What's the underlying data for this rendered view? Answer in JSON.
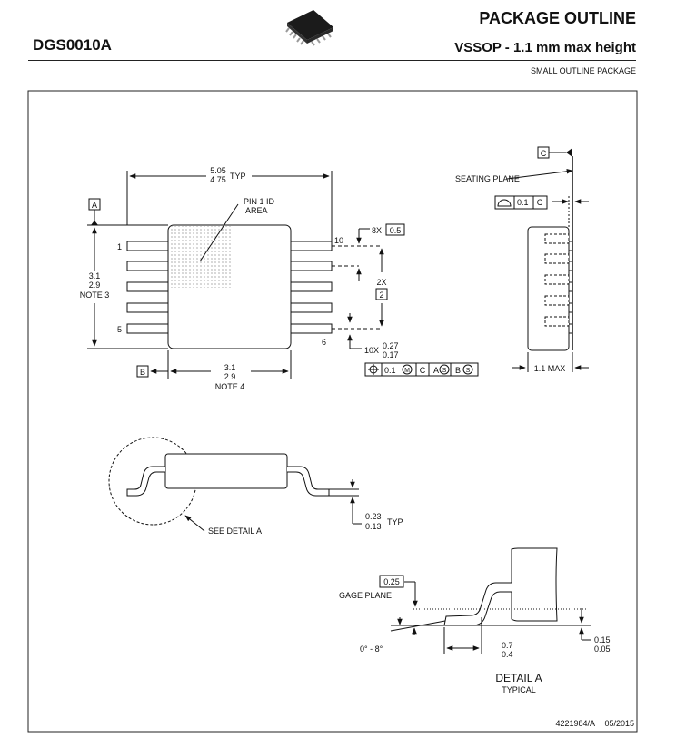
{
  "header": {
    "part_number": "DGS0010A",
    "title": "PACKAGE OUTLINE",
    "subtitle": "VSSOP - 1.1 mm max height",
    "package_type": "SMALL OUTLINE PACKAGE"
  },
  "drawing": {
    "datums": {
      "a": "A",
      "b": "B",
      "c": "C"
    },
    "top_view": {
      "width_max": "5.05",
      "width_min": "4.75",
      "width_suffix": "TYP",
      "pin1_line1": "PIN 1 ID",
      "pin1_line2": "AREA",
      "pin_labels": [
        "1",
        "5",
        "10",
        "6"
      ],
      "height_max": "3.1",
      "height_min": "2.9",
      "height_note": "NOTE 3",
      "body_max": "3.1",
      "body_min": "2.9",
      "body_note": "NOTE 4",
      "pitch_count": "8X",
      "pitch": "0.5",
      "span_count": "2X",
      "span": "2",
      "lead_count": "10X",
      "lead_max": "0.27",
      "lead_min": "0.17",
      "fcf": [
        "0.1",
        "M",
        "C",
        "A",
        "S",
        "B",
        "S"
      ]
    },
    "side_view": {
      "seating_plane": "SEATING PLANE",
      "flatness_value": "0.1",
      "flatness_datum": "C",
      "height_label": "1.1 MAX"
    },
    "lead_view": {
      "thk_max": "0.23",
      "thk_min": "0.13",
      "thk_suffix": "TYP",
      "see_detail": "SEE DETAIL A"
    },
    "detail": {
      "gage_value": "0.25",
      "gage_label": "GAGE PLANE",
      "angle": "0° - 8°",
      "foot_max": "0.7",
      "foot_min": "0.4",
      "standoff_max": "0.15",
      "standoff_min": "0.05",
      "title": "DETAIL A",
      "subtitle": "TYPICAL"
    },
    "footer": {
      "drawing_id": "4221984/A",
      "date": "05/2015"
    }
  }
}
